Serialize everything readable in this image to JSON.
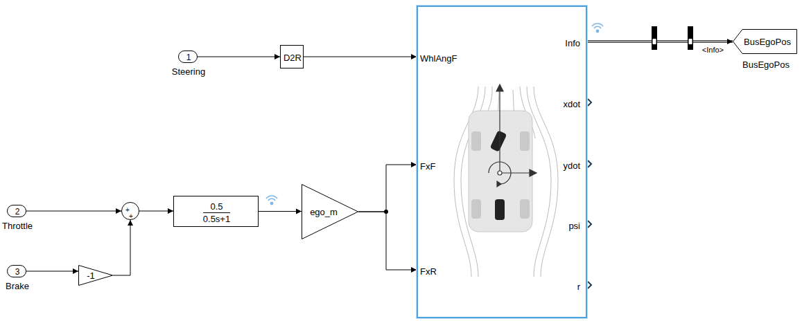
{
  "diagram": {
    "nodes": [
      {
        "text": [
          "1",
          "Steering"
        ]
      },
      {
        "text": [
          "D2R"
        ]
      },
      {
        "text": [
          "2",
          "Throttle"
        ]
      },
      {
        "text": [
          "3",
          "Brake"
        ]
      },
      {
        "text": [
          "-1"
        ]
      },
      {
        "text": [
          "+",
          "+"
        ]
      },
      {
        "text": [
          "0.5",
          "0.5s+1"
        ]
      },
      {
        "text": [
          "ego_m"
        ]
      },
      {
        "text": [
          "WhlAngF",
          "FxF",
          "FxR",
          "Info",
          "xdot",
          "ydot",
          "psi",
          "r"
        ]
      },
      {
        "text": [
          "BusEgoPos",
          "BusEgoPos"
        ]
      }
    ],
    "edges": [
      {
        "from": 0,
        "to": 1,
        "arrow": "to"
      },
      {
        "from": 1,
        "to": 8,
        "arrow": "to"
      },
      {
        "from": 2,
        "to": 5,
        "arrow": "to"
      },
      {
        "from": 3,
        "to": 4,
        "arrow": "to"
      },
      {
        "from": 4,
        "to": 5,
        "arrow": "to"
      },
      {
        "from": 5,
        "to": 6,
        "arrow": "to"
      },
      {
        "from": 6,
        "to": 7,
        "arrow": "to"
      },
      {
        "from": 7,
        "to": 8,
        "arrow": "to"
      },
      {
        "from": 7,
        "to": 8,
        "arrow": "to"
      },
      {
        "from": 8,
        "to": 9,
        "arrow": "to",
        "label": "<Info>"
      }
    ]
  }
}
